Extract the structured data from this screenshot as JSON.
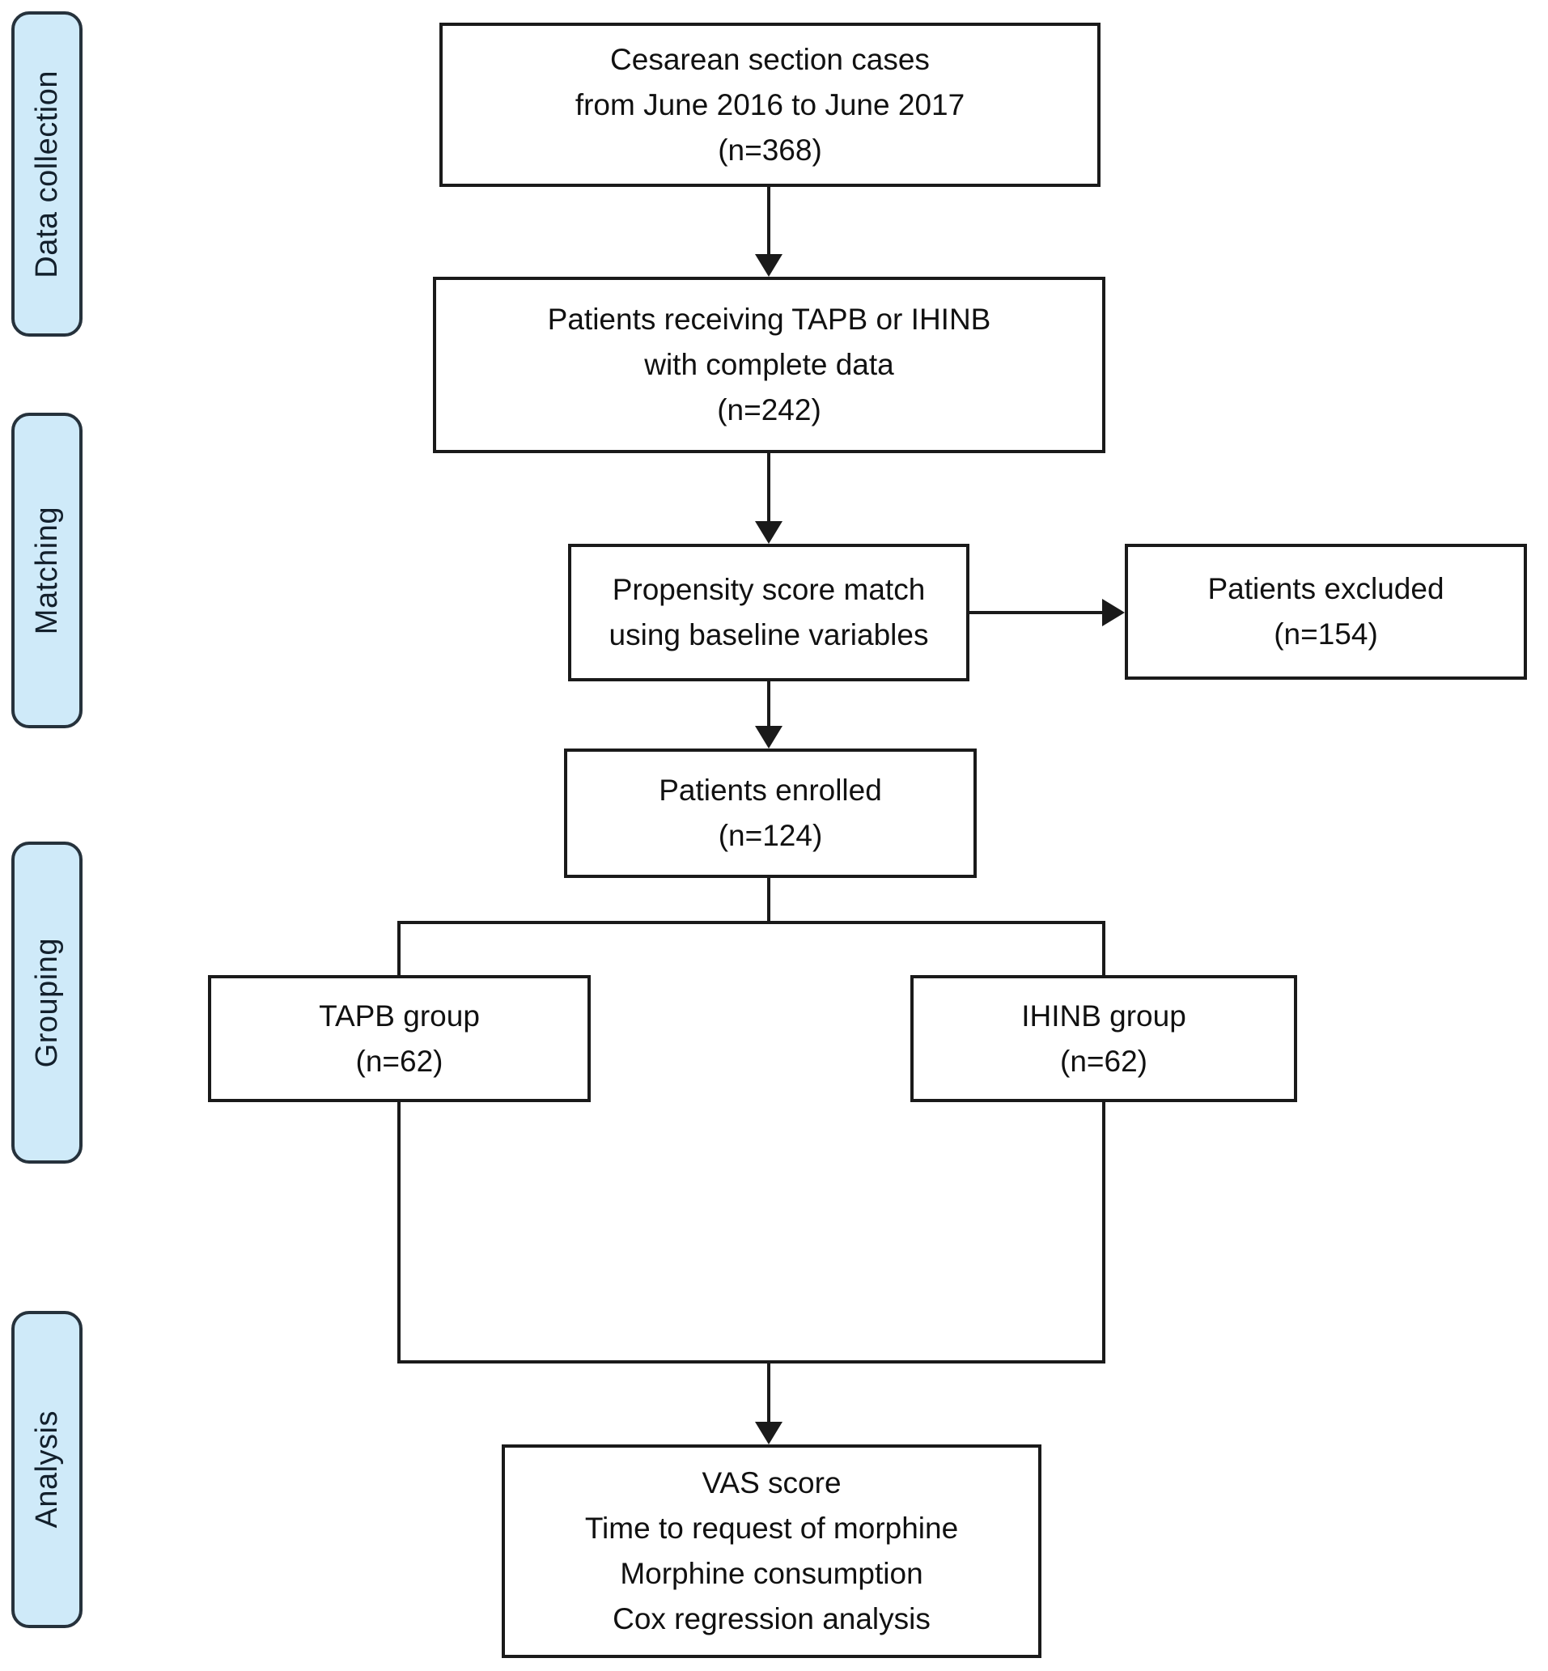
{
  "palette": {
    "background": "#ffffff",
    "stage_fill": "#cfeaf9",
    "stage_border": "#26323c",
    "stage_text": "#13202c",
    "box_fill": "#ffffff",
    "box_border": "#1a1a1a",
    "line_color": "#1a1a1a",
    "text_color": "#111111"
  },
  "stages": [
    {
      "label": "Data collection"
    },
    {
      "label": "Matching"
    },
    {
      "label": "Grouping"
    },
    {
      "label": "Analysis"
    }
  ],
  "boxes": {
    "cesarean": {
      "lines": [
        "Cesarean section cases",
        "from June 2016 to June 2017",
        "(n=368)"
      ]
    },
    "receiving": {
      "lines": [
        "Patients receiving TAPB or IHINB",
        "with complete data",
        "(n=242)"
      ]
    },
    "propensity": {
      "lines": [
        "Propensity score match",
        "using baseline variables"
      ]
    },
    "excluded": {
      "lines": [
        "Patients excluded",
        "(n=154)"
      ]
    },
    "enrolled": {
      "lines": [
        "Patients enrolled",
        "(n=124)"
      ]
    },
    "tapb": {
      "lines": [
        "TAPB group",
        "(n=62)"
      ]
    },
    "ihinb": {
      "lines": [
        "IHINB group",
        "(n=62)"
      ]
    },
    "outcomes": {
      "lines": [
        "VAS score",
        "Time to request of morphine",
        "Morphine consumption",
        "Cox regression analysis"
      ]
    }
  }
}
